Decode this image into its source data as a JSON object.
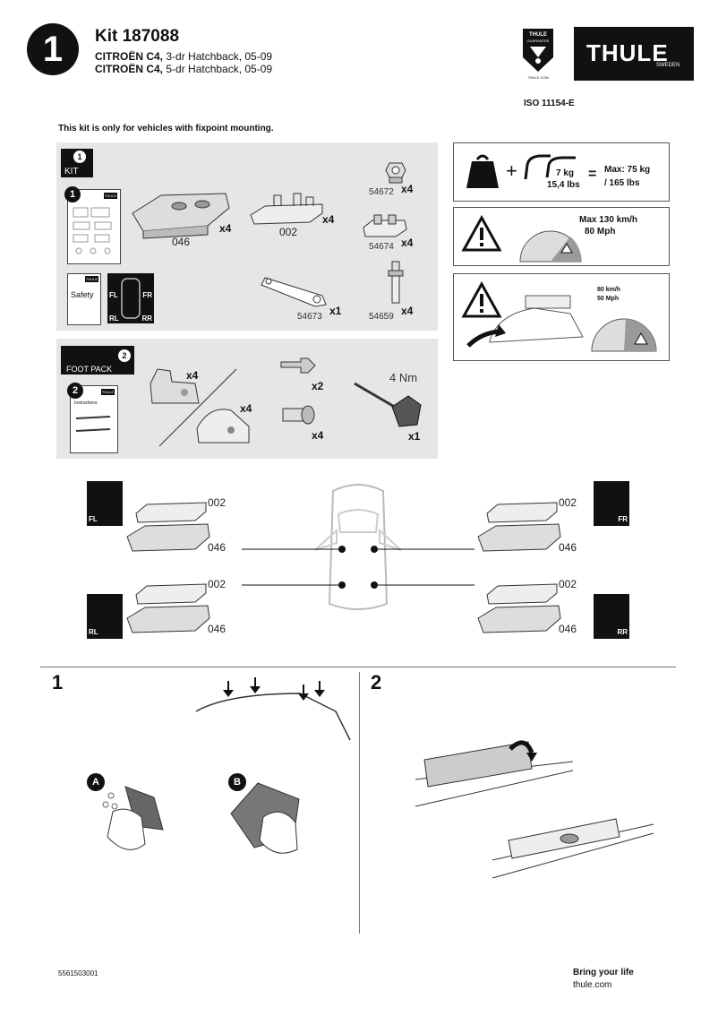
{
  "header": {
    "step": "1",
    "kit_title": "Kit 187088",
    "models": [
      {
        "make": "CITROËN C4,",
        "desc": " 3-dr Hatchback, 05-09"
      },
      {
        "make": "CITROËN C4,",
        "desc": " 5-dr Hatchback, 05-09"
      }
    ],
    "brand": "THULE",
    "brand_sub": "SWEDEN",
    "guarantee_top": "THULE",
    "guarantee_word": "GUARANTEE",
    "guarantee_url": "THULE.COM",
    "iso": "ISO 11154-E"
  },
  "note": "This kit is only for vehicles with fixpoint mounting.",
  "kit_panel": {
    "badge": "1",
    "label": "KIT",
    "booklet_badge": "1",
    "booklet_logo": "THULE",
    "safety_label": "Safety",
    "corner_labels": [
      "FL",
      "FR",
      "RL",
      "RR"
    ],
    "parts": [
      {
        "code": "046",
        "qty": "x4"
      },
      {
        "code": "002",
        "qty": "x4"
      },
      {
        "code": "54672",
        "qty": "x4"
      },
      {
        "code": "54674",
        "qty": "x4"
      },
      {
        "code": "54673",
        "qty": "x1"
      },
      {
        "code": "54659",
        "qty": "x4"
      }
    ]
  },
  "foot_panel": {
    "badge": "2",
    "label": "FOOT PACK",
    "booklet_badge": "2",
    "booklet_logo": "THULE",
    "booklet_text": "Instructions",
    "qty_foot1": "x4",
    "qty_foot2": "x4",
    "qty_key": "x2",
    "qty_lock": "x4",
    "qty_tool": "x1",
    "torque": "4 Nm"
  },
  "load_box": {
    "weight1": "7 kg",
    "weight2": "15,4 lbs",
    "equals": "=",
    "max1": "Max: 75 kg",
    "max2": "/ 165 lbs"
  },
  "speed_box": {
    "line1": "Max  130 km/h",
    "line2": "80 Mph"
  },
  "speed_box2": {
    "line1": "80 km/h",
    "line2": "50 Mph"
  },
  "positions": {
    "fl": "FL",
    "fr": "FR",
    "rl": "RL",
    "rr": "RR",
    "front_left": [
      "002",
      "046"
    ],
    "front_right": [
      "002",
      "046"
    ],
    "rear_left": [
      "002",
      "046"
    ],
    "rear_right": [
      "002",
      "046"
    ]
  },
  "steps": {
    "step1": "1",
    "step2": "2",
    "a": "A",
    "b": "B"
  },
  "footer": {
    "code": "5561503001",
    "tagline": "Bring your life",
    "url": "thule.com"
  },
  "colors": {
    "panel": "#e6e6e6",
    "ink": "#111111",
    "warn_fill": "#9a9a9a"
  }
}
